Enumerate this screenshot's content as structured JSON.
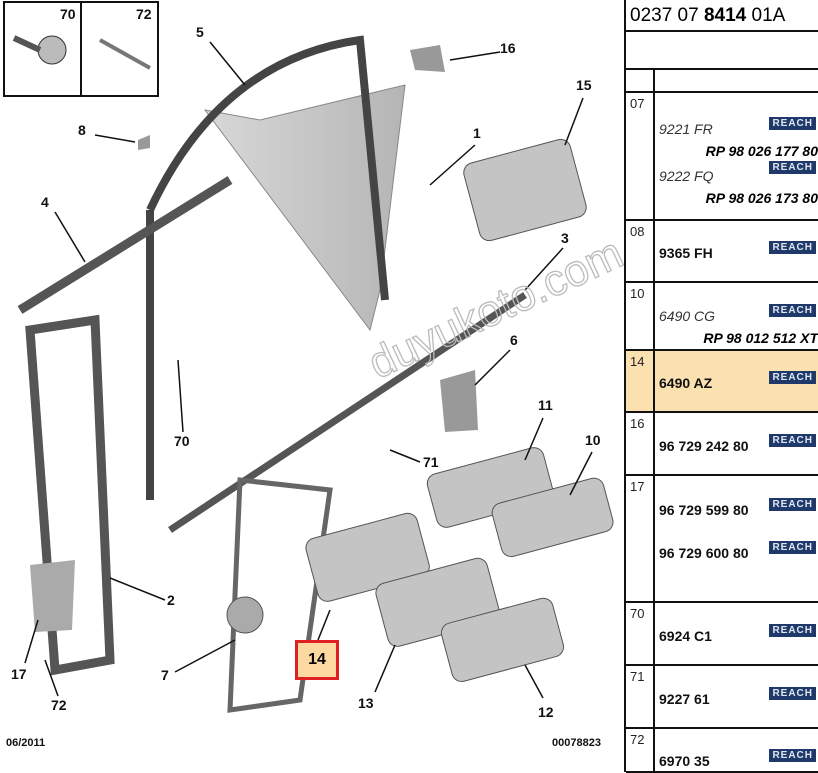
{
  "header": {
    "code_pre": "0237 07 ",
    "code_bold": "8414",
    "code_post": " 01A"
  },
  "diagram": {
    "callouts": [
      "70",
      "72",
      "5",
      "16",
      "15",
      "8",
      "1",
      "4",
      "3",
      "6",
      "70",
      "11",
      "10",
      "71",
      "2",
      "7",
      "14",
      "17",
      "72",
      "13",
      "12"
    ],
    "highlighted": "14",
    "watermark": "duyukoto.com",
    "date": "06/2011",
    "ref_number": "00078823"
  },
  "badge": "REACH",
  "rows": [
    {
      "num": "07",
      "parts": [
        {
          "ref": "9221 FR",
          "rp": "RP 98 026 177 80"
        },
        {
          "ref": "9222 FQ",
          "rp": "RP 98 026 173 80"
        }
      ]
    },
    {
      "num": "08",
      "parts": [
        {
          "ref": "9365 FH"
        }
      ]
    },
    {
      "num": "10",
      "parts": [
        {
          "ref": "6490 CG",
          "rp": "RP 98 012 512 XT"
        }
      ]
    },
    {
      "num": "14",
      "parts": [
        {
          "ref": "6490 AZ"
        }
      ]
    },
    {
      "num": "16",
      "parts": [
        {
          "ref": "96 729 242 80"
        }
      ]
    },
    {
      "num": "17",
      "parts": [
        {
          "ref": "96 729 599 80"
        },
        {
          "ref": "96 729 600 80"
        }
      ]
    },
    {
      "num": "70",
      "parts": [
        {
          "ref": "6924 C1"
        }
      ]
    },
    {
      "num": "71",
      "parts": [
        {
          "ref": "9227 61"
        }
      ]
    },
    {
      "num": "72",
      "parts": [
        {
          "ref": "6970 35"
        }
      ]
    }
  ],
  "colors": {
    "highlight": "#fbe0b0",
    "badge": "#1f3a6a",
    "box": "#e02020"
  }
}
